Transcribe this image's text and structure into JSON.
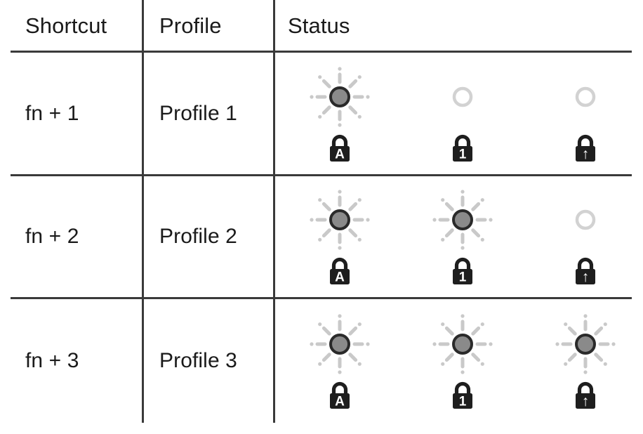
{
  "table": {
    "columns": [
      {
        "key": "shortcut",
        "label": "Shortcut"
      },
      {
        "key": "profile",
        "label": "Profile"
      },
      {
        "key": "status",
        "label": "Status"
      }
    ],
    "rows": [
      {
        "shortcut": "fn + 1",
        "profile": "Profile 1",
        "status": [
          {
            "led": "on",
            "lock_glyph": "A",
            "lock_name": "caps-lock"
          },
          {
            "led": "off",
            "lock_glyph": "1",
            "lock_name": "num-lock"
          },
          {
            "led": "off",
            "lock_glyph": "↑",
            "lock_name": "scroll-lock"
          }
        ]
      },
      {
        "shortcut": "fn + 2",
        "profile": "Profile 2",
        "status": [
          {
            "led": "on",
            "lock_glyph": "A",
            "lock_name": "caps-lock"
          },
          {
            "led": "on",
            "lock_glyph": "1",
            "lock_name": "num-lock"
          },
          {
            "led": "off",
            "lock_glyph": "↑",
            "lock_name": "scroll-lock"
          }
        ]
      },
      {
        "shortcut": "fn + 3",
        "profile": "Profile 3",
        "status": [
          {
            "led": "on",
            "lock_glyph": "A",
            "lock_name": "caps-lock"
          },
          {
            "led": "on",
            "lock_glyph": "1",
            "lock_name": "num-lock"
          },
          {
            "led": "on",
            "lock_glyph": "↑",
            "lock_name": "scroll-lock"
          }
        ]
      }
    ]
  },
  "colors": {
    "rule": "#3a3a3a",
    "text": "#1a1a1a",
    "led_on_fill": "#8a8a8a",
    "led_on_ring": "#2a2a2a",
    "led_off_ring": "#d2d2d2",
    "led_rays": "#c9c9c9",
    "lock_body": "#1e1e1e",
    "background": "#ffffff"
  },
  "icons": {
    "led_on": "led-lit-icon",
    "led_off": "led-unlit-icon",
    "lock": "padlock-icon"
  }
}
